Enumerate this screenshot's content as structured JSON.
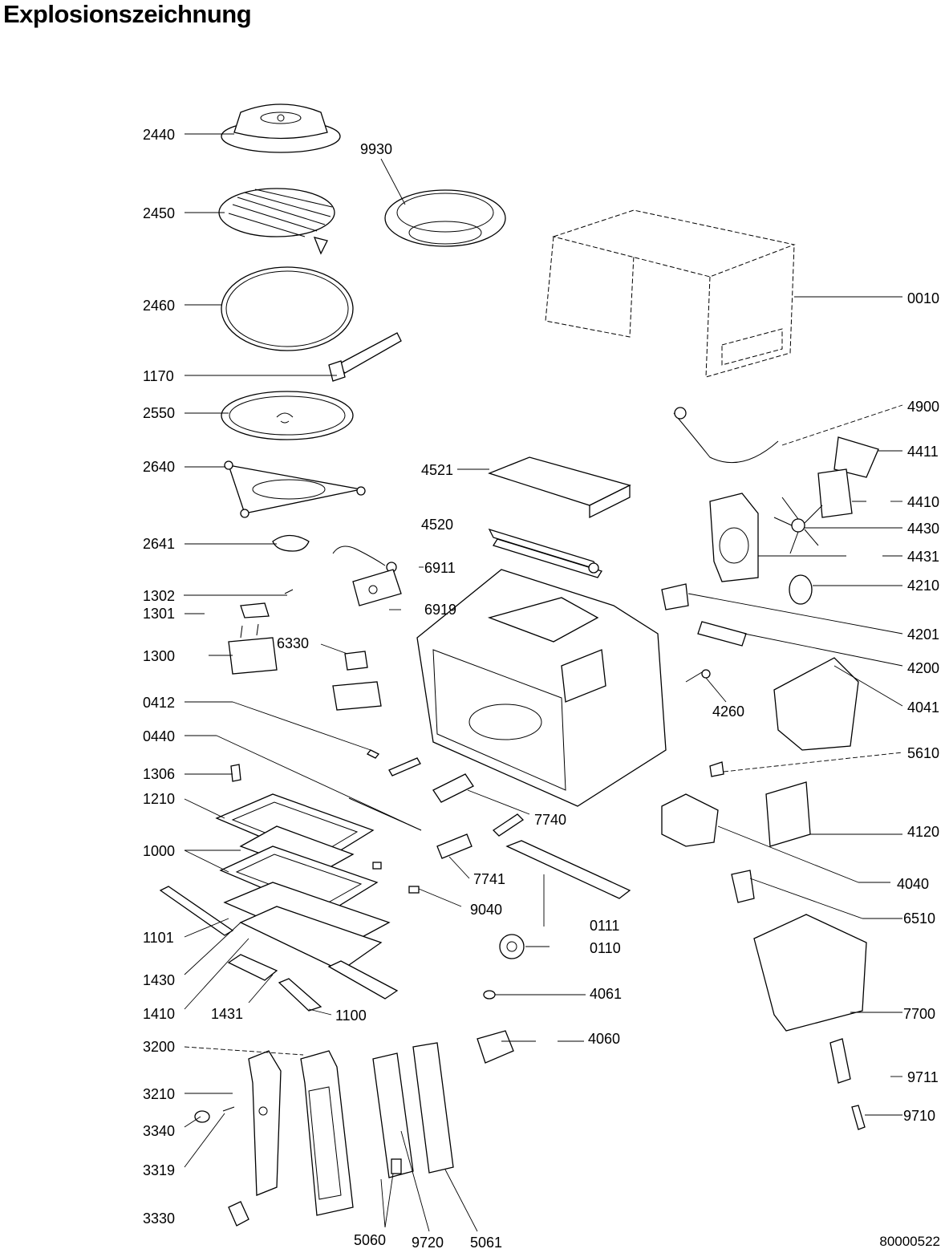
{
  "title": "Explosionszeichnung",
  "document_number": "80000522",
  "labels": {
    "p0010": "0010",
    "p0110": "0110",
    "p0111": "0111",
    "p0412": "0412",
    "p0440": "0440",
    "p1000": "1000",
    "p1100": "1100",
    "p1101": "1101",
    "p1170": "1170",
    "p1210": "1210",
    "p1300": "1300",
    "p1301": "1301",
    "p1302": "1302",
    "p1306": "1306",
    "p1410": "1410",
    "p1430": "1430",
    "p1431": "1431",
    "p2440": "2440",
    "p2450": "2450",
    "p2460": "2460",
    "p2550": "2550",
    "p2640": "2640",
    "p2641": "2641",
    "p3200": "3200",
    "p3210": "3210",
    "p3319": "3319",
    "p3330": "3330",
    "p3340": "3340",
    "p4040": "4040",
    "p4041": "4041",
    "p4060": "4060",
    "p4061": "4061",
    "p4120": "4120",
    "p4200": "4200",
    "p4201": "4201",
    "p4210": "4210",
    "p4260": "4260",
    "p4410": "4410",
    "p4411": "4411",
    "p4430": "4430",
    "p4431": "4431",
    "p4520": "4520",
    "p4521": "4521",
    "p4900": "4900",
    "p5060": "5060",
    "p5061": "5061",
    "p5610": "5610",
    "p6330": "6330",
    "p6510": "6510",
    "p6911": "6911",
    "p6919": "6919",
    "p7700": "7700",
    "p7740": "7740",
    "p7741": "7741",
    "p9040": "9040",
    "p9710": "9710",
    "p9711": "9711",
    "p9720": "9720",
    "p9930": "9930"
  }
}
